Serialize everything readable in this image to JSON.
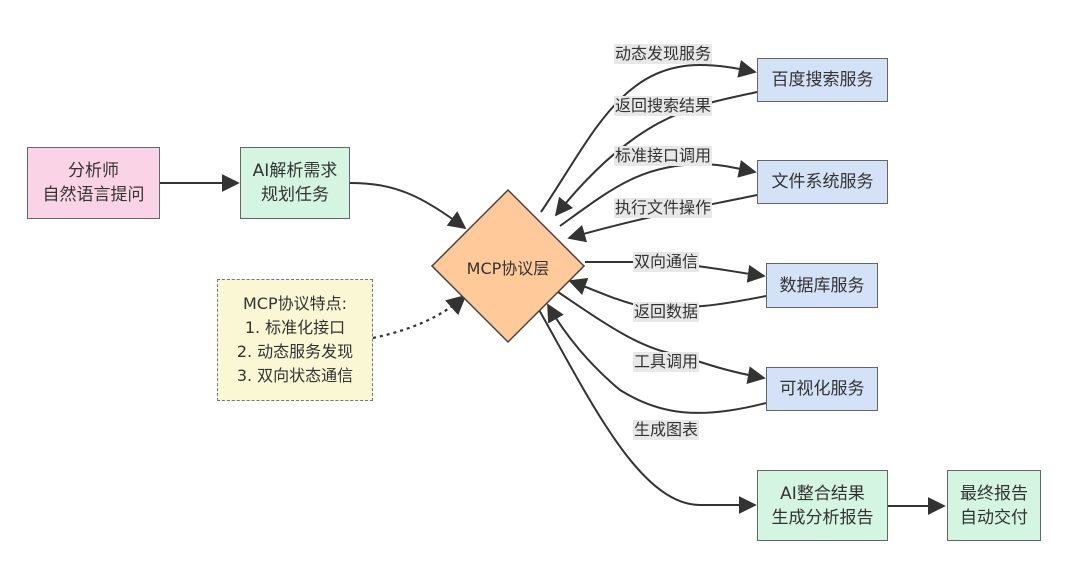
{
  "nodes": {
    "analyst": {
      "line1": "分析师",
      "line2": "自然语言提问"
    },
    "ai_parse": {
      "line1": "AI解析需求",
      "line2": "规划任务"
    },
    "mcp": {
      "label": "MCP协议层"
    },
    "note": {
      "title": "MCP协议特点:",
      "items": [
        "1. 标准化接口",
        "2. 动态服务发现",
        "3. 双向状态通信"
      ]
    },
    "baidu": {
      "label": "百度搜索服务"
    },
    "filesystem": {
      "label": "文件系统服务"
    },
    "database": {
      "label": "数据库服务"
    },
    "visual": {
      "label": "可视化服务"
    },
    "ai_merge": {
      "line1": "AI整合结果",
      "line2": "生成分析报告"
    },
    "final": {
      "line1": "最终报告",
      "line2": "自动交付"
    }
  },
  "edges": {
    "discover": "动态发现服务",
    "return_search": "返回搜索结果",
    "std_call": "标准接口调用",
    "file_op": "执行文件操作",
    "bidir": "双向通信",
    "return_data": "返回数据",
    "tool_call": "工具调用",
    "gen_chart": "生成图表"
  },
  "colors": {
    "analyst_fill": "#fad4e6",
    "ai_fill": "#d4f5e2",
    "service_fill": "#d4e2f7",
    "mcp_fill": "#ffc999",
    "note_fill": "#f9f7d4",
    "edge": "#333333"
  }
}
